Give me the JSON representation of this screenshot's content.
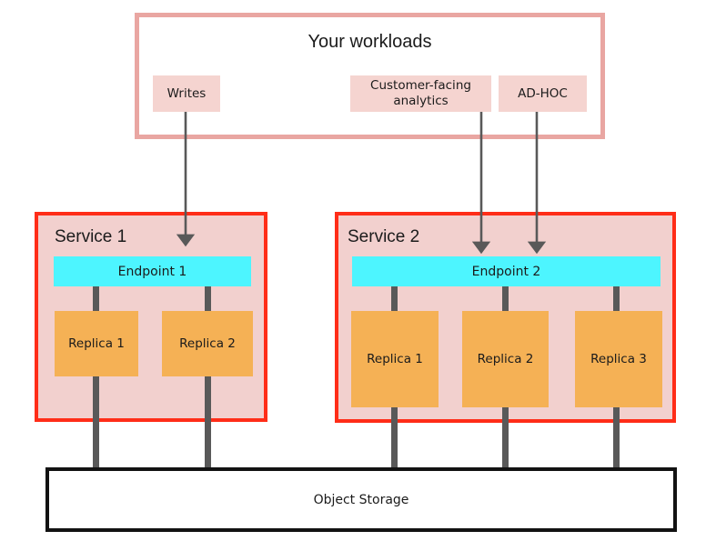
{
  "diagram": {
    "title": "Your workloads",
    "workload_chips": [
      {
        "label": "Writes"
      },
      {
        "label": "Customer-facing analytics"
      },
      {
        "label": "AD-HOC"
      }
    ],
    "services": [
      {
        "name": "Service 1",
        "endpoint": "Endpoint 1",
        "replicas": [
          {
            "label": "Replica 1"
          },
          {
            "label": "Replica 2"
          }
        ]
      },
      {
        "name": "Service 2",
        "endpoint": "Endpoint 2",
        "replicas": [
          {
            "label": "Replica 1"
          },
          {
            "label": "Replica 2"
          },
          {
            "label": "Replica 3"
          }
        ]
      }
    ],
    "storage": {
      "label": "Object Storage"
    },
    "colors": {
      "workloads_border": "#E9A6A2",
      "chip_fill": "#F5D4D0",
      "service_border": "#FF2D18",
      "service_fill": "#F2D0CE",
      "endpoint_fill": "#4DF5FF",
      "replica_fill": "#F5B155",
      "pipe": "#595959",
      "arrow": "#595959",
      "storage_border": "#121212",
      "text": "#1b1b1b",
      "background": "#ffffff"
    }
  }
}
